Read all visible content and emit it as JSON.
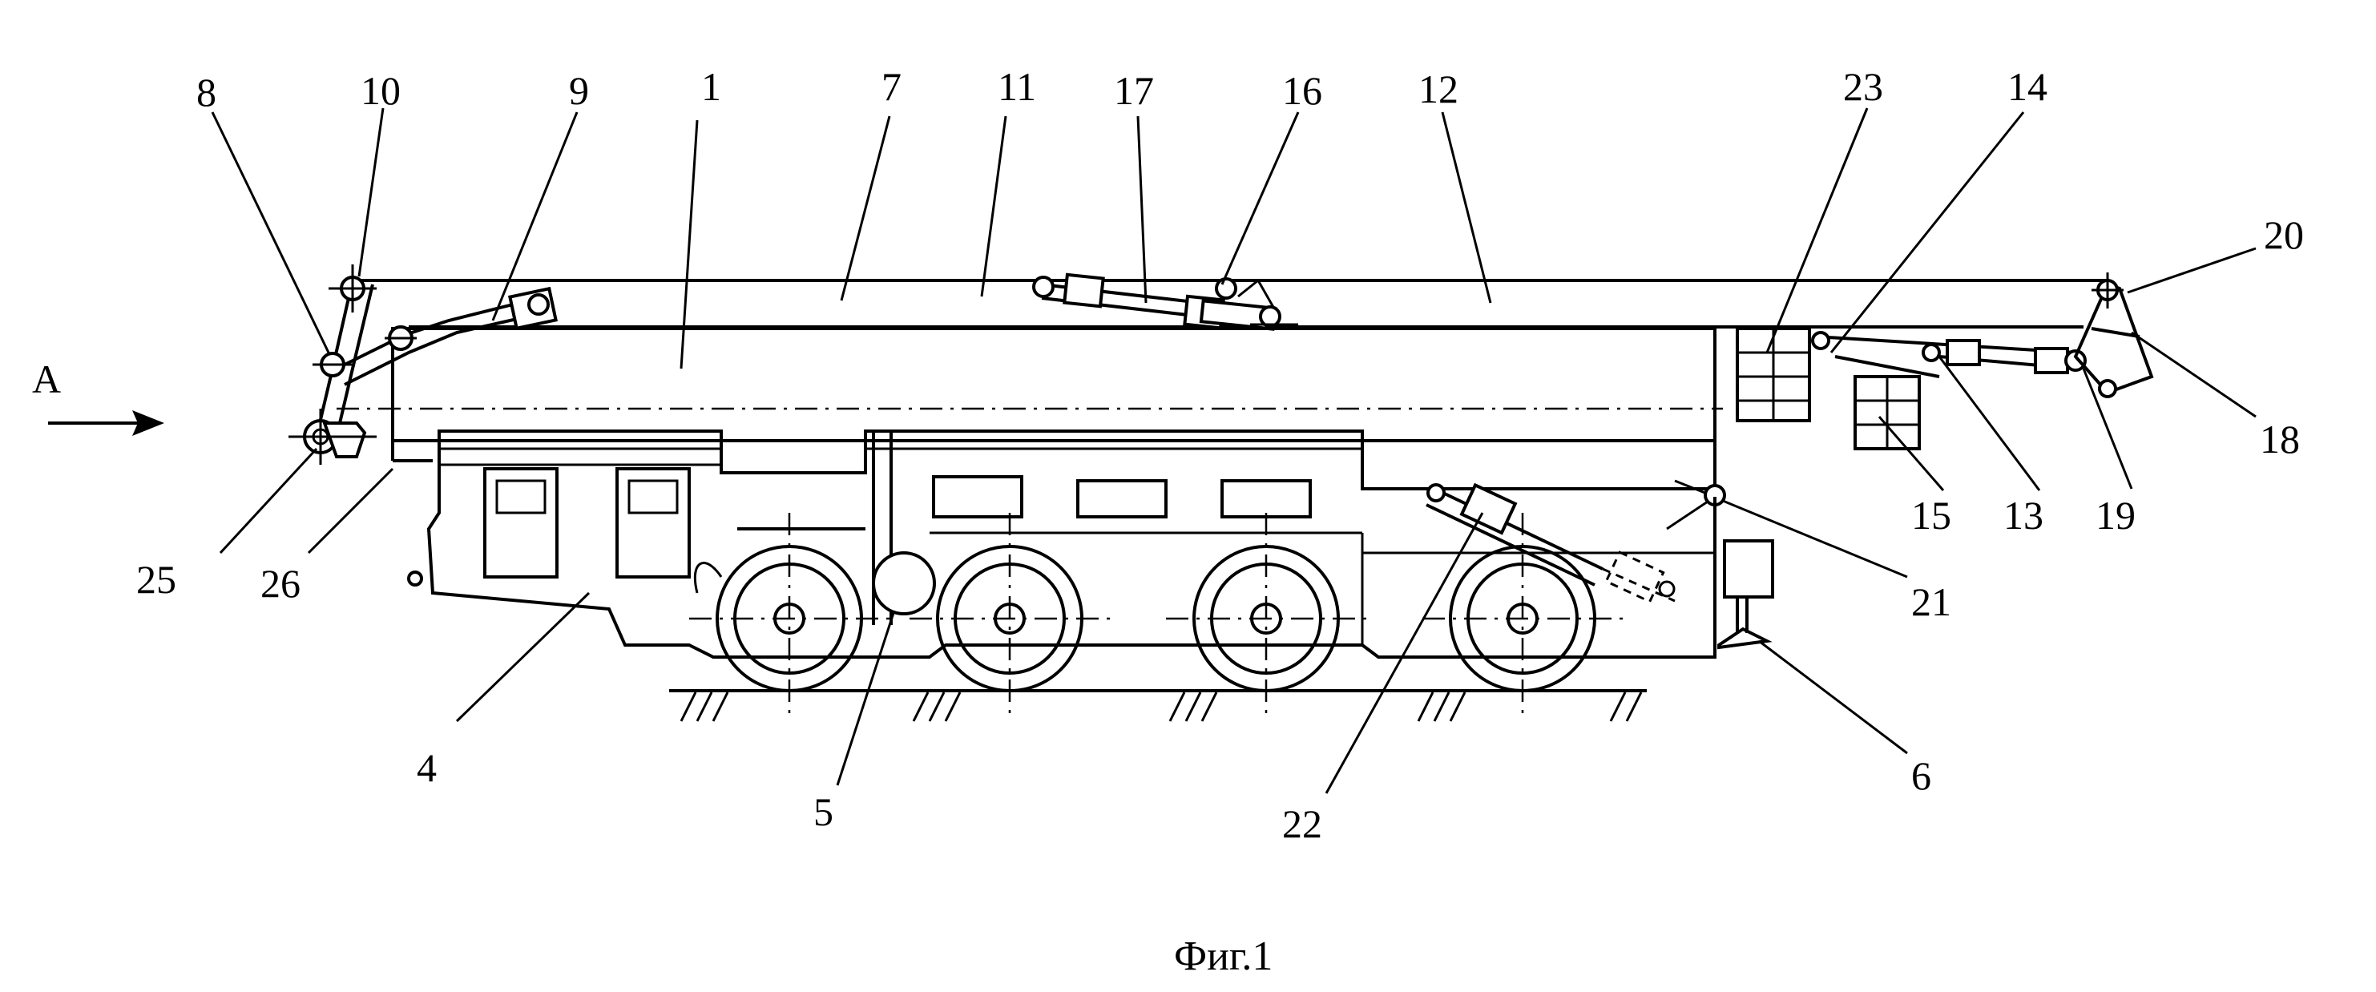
{
  "figure": {
    "view_label": "А",
    "caption": "Фиг.1",
    "labels": {
      "n1": "1",
      "n4": "4",
      "n5": "5",
      "n6": "6",
      "n7": "7",
      "n8": "8",
      "n9": "9",
      "n10": "10",
      "n11": "11",
      "n12": "12",
      "n13": "13",
      "n14": "14",
      "n15": "15",
      "n16": "16",
      "n17": "17",
      "n18": "18",
      "n19": "19",
      "n20": "20",
      "n21": "21",
      "n22": "22",
      "n23": "23",
      "n25": "25",
      "n26": "26"
    }
  }
}
